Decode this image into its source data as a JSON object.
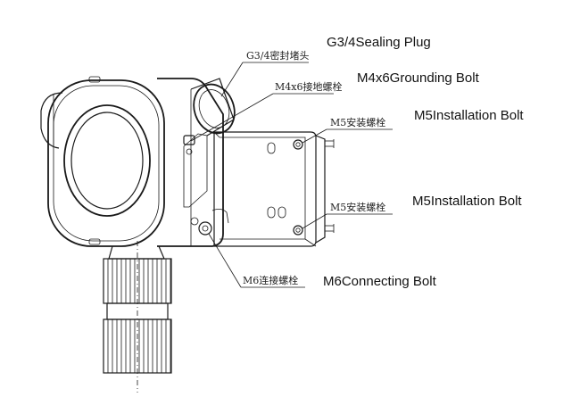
{
  "labels": {
    "sealing_plug_cn": "G3/4密封堵头",
    "sealing_plug_en": "G3/4Sealing Plug",
    "grounding_bolt_cn": "M4x6接地螺栓",
    "grounding_bolt_en": "M4x6Grounding Bolt",
    "install_bolt_top_cn": "M5安装螺栓",
    "install_bolt_top_en": "M5Installation Bolt",
    "install_bolt_bottom_cn": "M5安装螺栓",
    "install_bolt_bottom_en": "M5Installation Bolt",
    "connecting_bolt_cn": "M6连接螺栓",
    "connecting_bolt_en": "M6Connecting Bolt"
  }
}
